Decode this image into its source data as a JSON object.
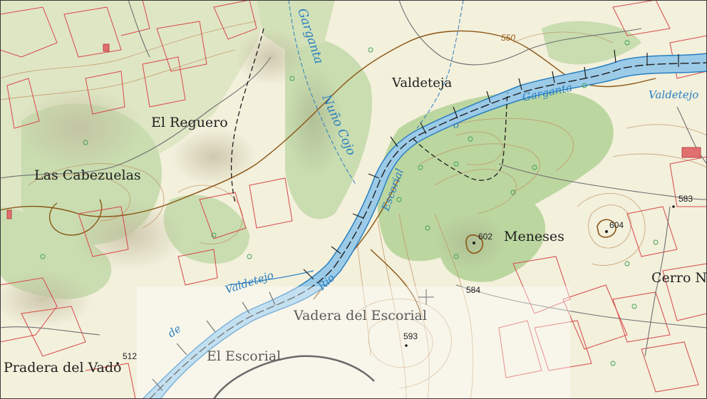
{
  "map": {
    "place_labels": {
      "valdeteja": "Valdeteja",
      "el_reguero": "El Reguero",
      "las_cabezuelas": "Las Cabezuelas",
      "meneses": "Meneses",
      "cerro": "Cerro No",
      "pradera_del_vado": "Pradera del Vado",
      "el_escorial": "El Escorial",
      "vadera_del_escorial": "Vadera del Escorial"
    },
    "water_labels": {
      "garganta_top": "Garganta",
      "nuno_cojo": "Nuño Cojo",
      "garganta_river": "Garganta",
      "valdetejo_right": "Valdetejo",
      "valdetejo_left": "Valdetejo",
      "escorial": "Escorial",
      "rio": "Río",
      "de": "de",
      "o_mark": "o"
    },
    "elevations": {
      "e602": "602",
      "e604": "604",
      "e583": "583",
      "e584": "584",
      "e593": "593",
      "e512": "512"
    },
    "contour_labels": {
      "c550": "550"
    },
    "colors": {
      "background": "#f3f0dc",
      "forest": "#c9ddb0",
      "forest_dark": "#b4cf98",
      "water": "#2a7fc0",
      "river_fill": "#9ccbe8",
      "contour": "#b07a3a",
      "contour_index": "#8a5514",
      "parcel": "#d84848",
      "road": "#707070",
      "trail": "#1e1e1e",
      "overlay": "#ffffff"
    },
    "icons": [
      "crosshair-icon",
      "summit-point-icon",
      "tree-symbol-icon",
      "building-icon"
    ]
  }
}
